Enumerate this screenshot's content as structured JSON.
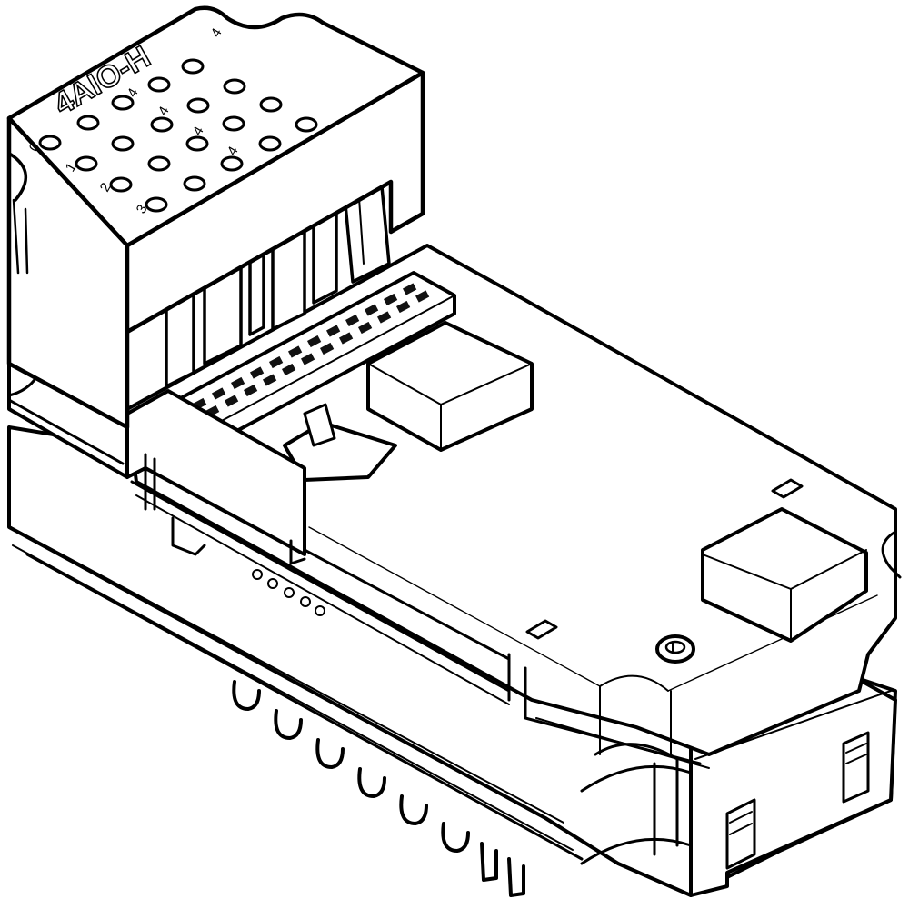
{
  "figure": {
    "type": "isometric technical line drawing",
    "subject": "electronic I/O module with plug-in terminal connector block",
    "line_color": "#000000",
    "background_color": "#ffffff"
  },
  "module_label": "4AIO-H",
  "terminal_block": {
    "row_markings": [
      "0",
      "1",
      "2",
      "3"
    ],
    "channel_marking": "4",
    "hole_count": 20
  },
  "components": [
    {
      "id": "terminal-block",
      "description": "Plug-in terminal connector with 20 screw holes"
    },
    {
      "id": "pin-header",
      "description": "Double-row pin header, 2 x 12 contacts"
    },
    {
      "id": "relay-1",
      "description": "Rectangular component block, center"
    },
    {
      "id": "relay-2",
      "description": "Rectangular component block, front right"
    },
    {
      "id": "mounting-screw",
      "description": "Hex socket screw on top cover"
    },
    {
      "id": "base-rail",
      "description": "Lower housing with contact spring fingers"
    }
  ]
}
